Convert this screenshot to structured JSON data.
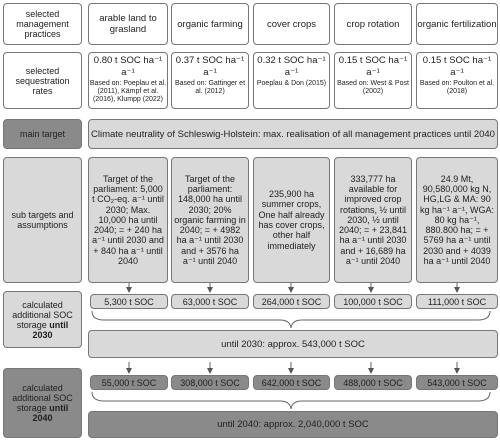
{
  "rows": {
    "practices": "selected management practices",
    "rates": "selected sequestration rates",
    "main_target": "main target",
    "sub_targets": "sub targets and assumptions",
    "calc2030_a": "calculated additional SOC storage",
    "calc2030_b": "until",
    "calc2030_c": "2030",
    "calc2040_a": "calculated additional SOC storage",
    "calc2040_b": "until",
    "calc2040_c": "2040"
  },
  "practices": [
    "arable land to grasland",
    "organic farming",
    "cover crops",
    "crop rotation",
    "organic fertilization"
  ],
  "rates": [
    {
      "value": "0.80 t SOC ha⁻¹ a⁻¹",
      "source": "Based on: Poeplau et al. (2011), Kämpf et al. (2016), Klumpp (2022)"
    },
    {
      "value": "0.37 t SOC ha⁻¹ a⁻¹",
      "source": "Based on: Gattinger et al. (2012)"
    },
    {
      "value": "0.32 t SOC ha⁻¹ a⁻¹",
      "source": "Poeplau & Don (2015)"
    },
    {
      "value": "0.15 t SOC ha⁻¹ a⁻¹",
      "source": "Based on: West & Post (2002)"
    },
    {
      "value": "0.15 t SOC ha⁻¹ a⁻¹",
      "source": "Based on: Poulton et al. (2018)"
    }
  ],
  "main_target_text": "Climate neutrality of Schleswig-Holstein: max. realisation of all management practices until 2040",
  "sub_targets": [
    "Target of the parliament: 5,000 t CO₂-eq. a⁻¹ until 2030; Max. 10,000 ha until 2040; = + 240 ha a⁻¹ until 2030 and + 840 ha a⁻¹ until 2040",
    "Target of the parliament: 148,000 ha until 2030; 20% organic farming in 2040; = + 4982 ha a⁻¹ until 2030 and + 3576 ha a⁻¹ until 2040",
    "235,900 ha summer crops, One half already has cover crops, other half immediately",
    "333,777 ha available for improved crop rotations, ½ until 2030, ½ until 2040; = + 23,841 ha a⁻¹ until 2030 and + 16,689 ha a⁻¹ until 2040",
    "24.9 Mt, 90,580,000 kg N, HG,LG & MA: 90 kg ha⁻¹ a⁻¹, WGA: 80 kg ha⁻¹, 880.800 ha; = + 5769 ha a⁻¹ until 2030 and + 4039 ha a⁻¹ until 2040"
  ],
  "soc_2030": [
    "5,300 t SOC",
    "63,000 t SOC",
    "264,000 t SOC",
    "100,000 t SOC",
    "111,000 t SOC"
  ],
  "total_2030": "until 2030: approx. 543,000 t SOC",
  "soc_2040": [
    "55,000 t SOC",
    "308,000 t SOC",
    "642,000 t SOC",
    "488,000 t SOC",
    "543,000 t SOC"
  ],
  "total_2040": "until 2040: approx. 2,040,000 t SOC",
  "colors": {
    "dark": "#8a8a8a",
    "light": "#d9d9d9",
    "border": "#777777"
  }
}
